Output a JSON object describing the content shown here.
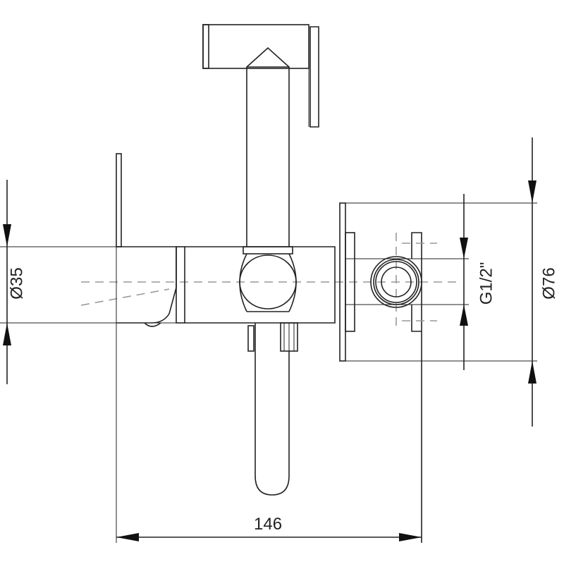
{
  "dimensions": {
    "body_diameter": "Ø35",
    "thread": "G1/2\"",
    "plate_diameter": "Ø76",
    "overall_length": "146"
  }
}
